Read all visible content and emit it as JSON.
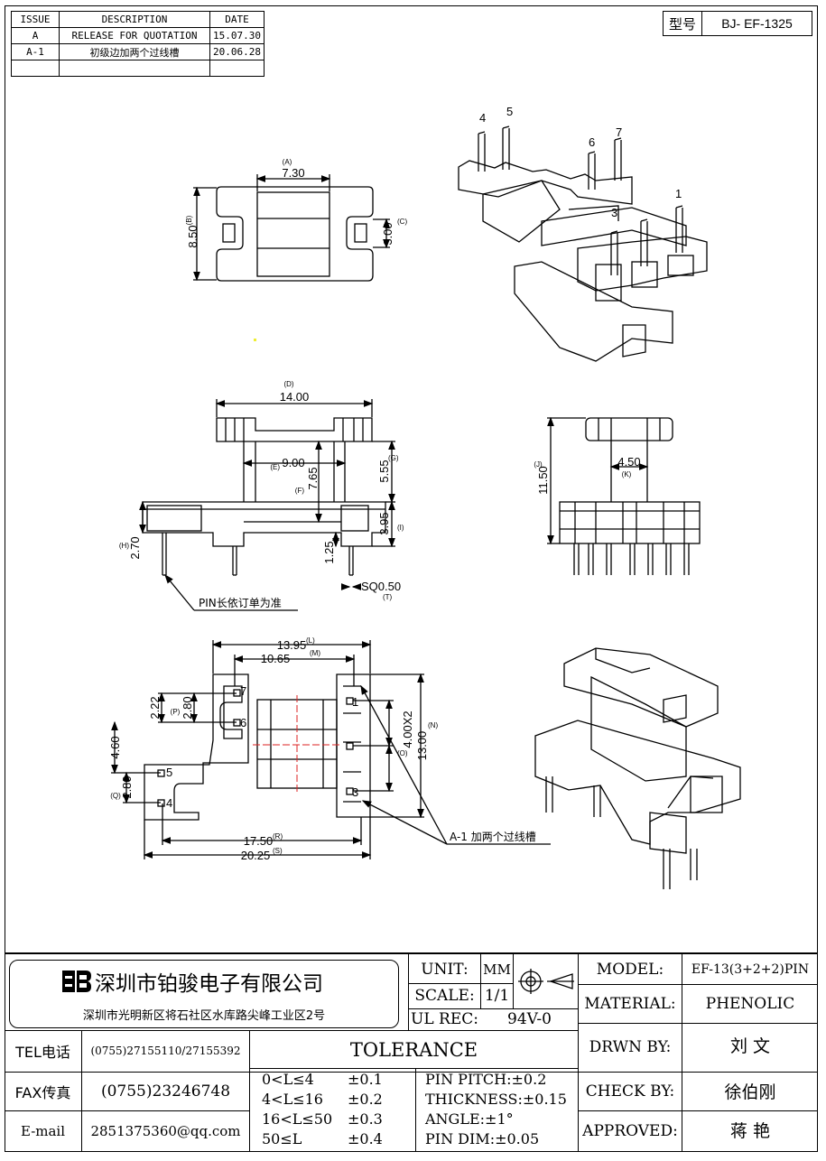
{
  "revisions": {
    "headers": [
      "ISSUE",
      "DESCRIPTION",
      "DATE"
    ],
    "rows": [
      [
        "A",
        "RELEASE FOR QUOTATION",
        "15.07.30"
      ],
      [
        "A-1",
        "初级边加两个过线槽",
        "20.06.28"
      ],
      [
        "",
        "",
        ""
      ]
    ]
  },
  "part": {
    "label": "型号",
    "number": "BJ- EF-1325"
  },
  "pins": {
    "p1": "1",
    "p3": "3",
    "p4": "4",
    "p5": "5",
    "p6": "6",
    "p7": "7"
  },
  "top_view": {
    "a": "(A)",
    "a_val": "7.30",
    "b": "(B)",
    "b_val": "8.50",
    "c": "(C)",
    "c_val": "3.00"
  },
  "front_view": {
    "d": "(D)",
    "d_val": "14.00",
    "e": "(E)",
    "e_val": "9.00",
    "f": "(F)",
    "f_val": "7.65",
    "g": "(G)",
    "g_val": "5.55",
    "i": "(I)",
    "i_val": "3.95",
    "h": "(H)",
    "h_val": "2.70",
    "pin_len": "1.25",
    "sq": "SQ0.50",
    "t": "(T)",
    "note": "PIN长依订单为准"
  },
  "side_view": {
    "j": "(J)",
    "j_val": "11.50",
    "k": "(K)",
    "k_val": "4.50"
  },
  "bottom_view": {
    "l": "(L)",
    "l_val": "13.95",
    "m": "(M)",
    "m_val": "10.65",
    "p": "(P)",
    "p_val1": "2.22",
    "p_val2": "2.80",
    "v_val": "4.60",
    "q": "(Q)",
    "q_val": "2.80",
    "o": "(O)",
    "o_val": "4.00X2",
    "n": "(N)",
    "n_val": "13.00",
    "r": "(R)",
    "r_val": "17.50",
    "s": "(S)",
    "s_val": "20.25",
    "note": "A-1 加两个过线槽"
  },
  "title_block": {
    "company": "深圳市铂骏电子有限公司",
    "address": "深圳市光明新区将石社区水库路尖峰工业区2号",
    "tel_label": "TEL电话",
    "tel": "(0755)27155110/27155392",
    "fax_label": "FAX传真",
    "fax": "(0755)23246748",
    "email_label": "E-mail",
    "email": "2851375360@qq.com",
    "unit_label": "UNIT:",
    "unit": "MM",
    "scale_label": "SCALE:",
    "scale": "1/1",
    "ul_label": "UL REC:",
    "ul": "94V-0",
    "tolerance": "TOLERANCE",
    "tol_rows": [
      [
        "0<L≤4",
        "±0.1"
      ],
      [
        "4<L≤16",
        "±0.2"
      ],
      [
        "16<L≤50",
        "±0.3"
      ],
      [
        "50≤L",
        "±0.4"
      ]
    ],
    "pin_pitch": "PIN PITCH:±0.2",
    "thickness": "THICKNESS:±0.15",
    "angle": "ANGLE:±1°",
    "pin_dim": "PIN DIM:±0.05",
    "model_label": "MODEL:",
    "model": "EF-13(3+2+2)PIN",
    "material_label": "MATERIAL:",
    "material": "PHENOLIC",
    "drawn_label": "DRWN BY:",
    "drawn": "刘 文",
    "check_label": "CHECK BY:",
    "check": "徐伯刚",
    "approved_label": "APPROVED:",
    "approved": "蒋 艳"
  }
}
